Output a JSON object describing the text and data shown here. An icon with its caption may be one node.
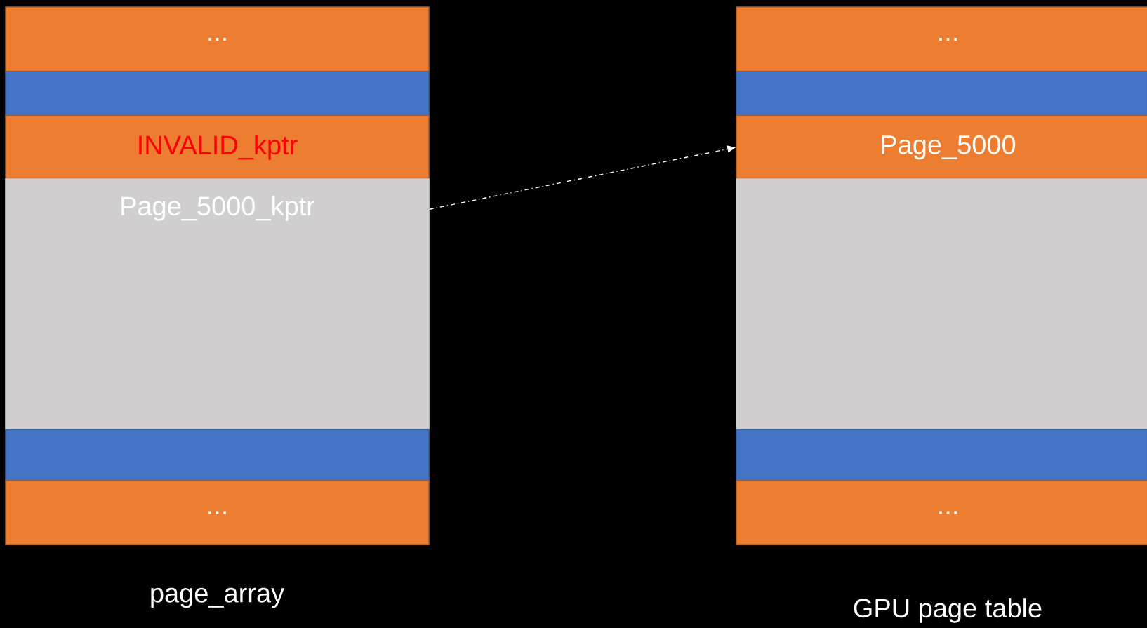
{
  "diagram": {
    "nodes": [
      {
        "text": [
          "..."
        ]
      },
      {
        "text": [],
        "shape": "box"
      },
      {
        "text": [
          "INVALID_kptr"
        ]
      },
      {
        "text": [
          "Page_5000_kptr"
        ]
      },
      {
        "text": [],
        "shape": "box"
      },
      {
        "text": [
          "..."
        ]
      },
      {
        "text": [
          "..."
        ]
      },
      {
        "text": [],
        "shape": "box"
      },
      {
        "text": [
          "Page_5000"
        ]
      },
      {
        "text": [],
        "shape": "box"
      },
      {
        "text": [],
        "shape": "box"
      },
      {
        "text": [
          "..."
        ]
      }
    ],
    "edges": [
      {
        "from": 3,
        "to": 8,
        "arrow": "to",
        "style": "dashed"
      }
    ],
    "labels": [
      "page_array",
      "GPU page table"
    ]
  }
}
